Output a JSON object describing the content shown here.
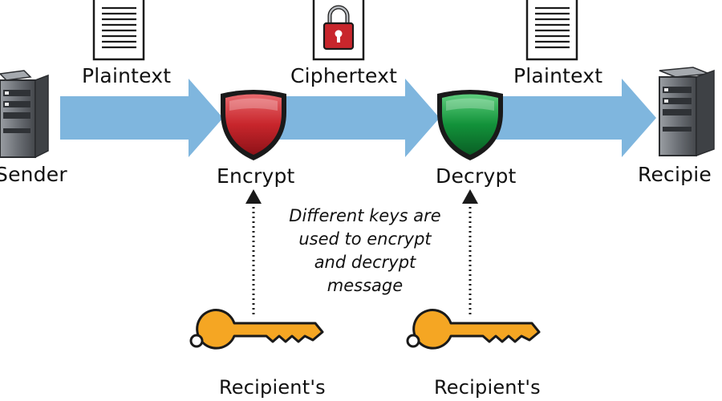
{
  "labels": {
    "plaintext_left": "Plaintext",
    "ciphertext": "Ciphertext",
    "plaintext_right": "Plaintext",
    "sender": "Sender",
    "encrypt": "Encrypt",
    "decrypt": "Decrypt",
    "recipient": "Recipie",
    "key_left": "Recipient's",
    "key_right": "Recipient's"
  },
  "note": [
    "Different keys are",
    "used to encrypt",
    "and decrypt",
    "message"
  ],
  "colors": {
    "arrow": "#7fb6de",
    "encrypt_shield": "#c8262c",
    "decrypt_shield": "#12923a",
    "key": "#f5a623",
    "server": "#5a5e63",
    "lock": "#c8262c"
  },
  "icons": {
    "sender": "server-icon",
    "recipient": "server-icon",
    "encrypt": "shield-icon",
    "decrypt": "shield-icon",
    "plaintext_doc": "document-icon",
    "cipher_doc": "lock-icon",
    "key": "key-icon"
  }
}
